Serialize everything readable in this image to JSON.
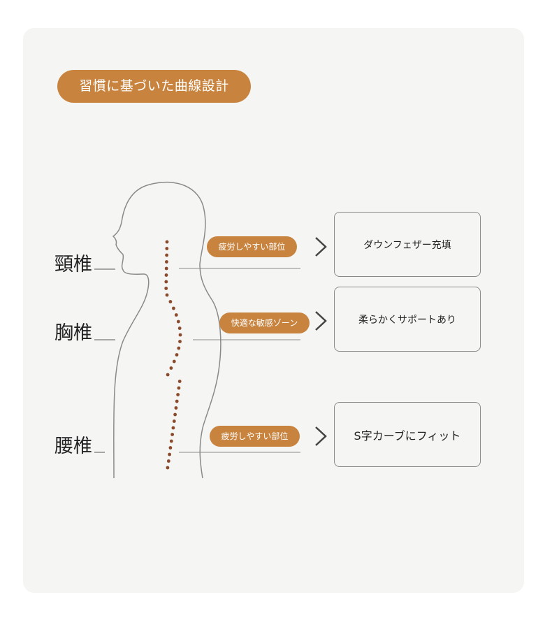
{
  "title": "習慣に基づいた曲線設計",
  "colors": {
    "accent": "#c8843f",
    "spine_dot": "#8b4a2b",
    "line": "#8a8a8a"
  },
  "sections": [
    {
      "label": "頸椎",
      "tag": "疲労しやすい部位",
      "feature": "ダウンフェザー充填"
    },
    {
      "label": "胸椎",
      "tag": "快適な敏感ゾーン",
      "feature": "柔らかくサポートあり"
    },
    {
      "label": "腰椎",
      "tag": "疲労しやすい部位",
      "feature": "S字カーブにフィット"
    }
  ]
}
